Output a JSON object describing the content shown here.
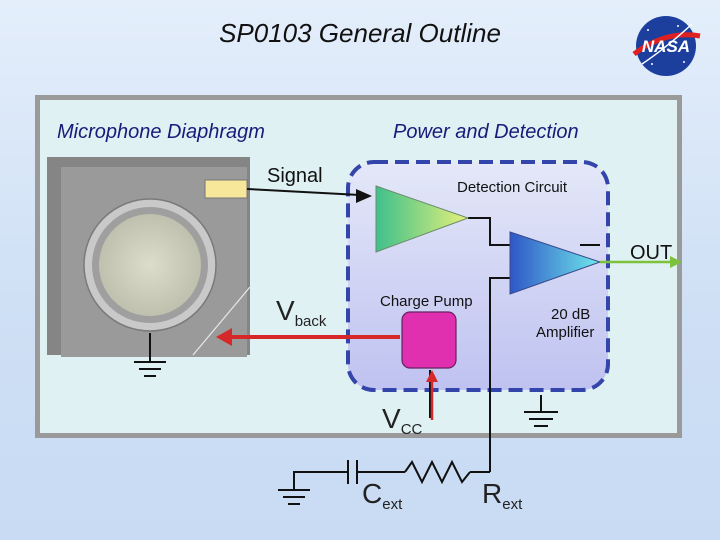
{
  "title": "SP0103 General Outline",
  "logo_text": "NASA",
  "labels": {
    "mic_diaphragm": "Microphone Diaphragm",
    "power_detection": "Power and Detection",
    "signal": "Signal",
    "detection_circuit": "Detection Circuit",
    "out": "OUT",
    "charge_pump": "Charge Pump",
    "amplifier_line1": "20 dB",
    "amplifier_line2": "Amplifier",
    "vback_main": "V",
    "vback_sub": "back",
    "vcc_main": "V",
    "vcc_sub": "CC",
    "cext_main": "C",
    "cext_sub": "ext",
    "rext_main": "R",
    "rext_sub": "ext"
  },
  "colors": {
    "title_text": "#111111",
    "section_label": "#1a1a7a",
    "signal_arrow": "#d62828",
    "out_arrow": "#7cc23a",
    "charge_pump": "#e030b0",
    "dashed_box": "#3344aa",
    "detection_triangle": "#3fc08c",
    "amplifier_triangle": "#3a6fd6"
  }
}
